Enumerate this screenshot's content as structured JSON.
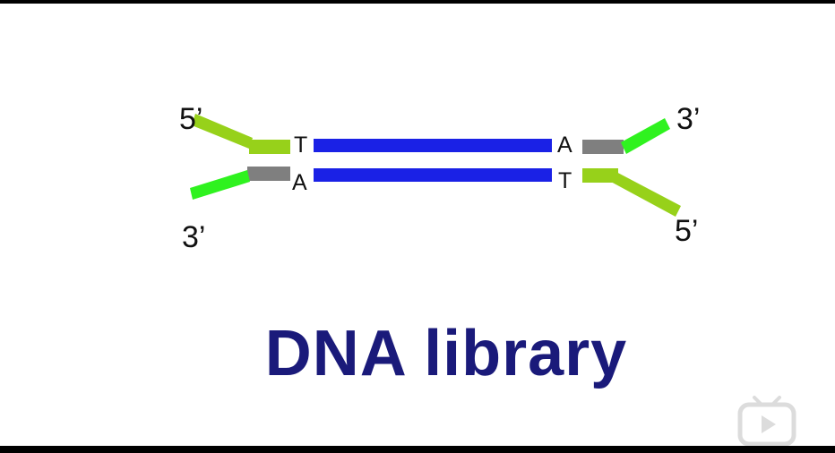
{
  "slide": {
    "title": "DNA library"
  },
  "diagram": {
    "left": {
      "top_end": "5’",
      "bottom_end": "3’",
      "top_base": "T",
      "bottom_base": "A"
    },
    "right": {
      "top_end": "3’",
      "bottom_end": "5’",
      "top_base": "A",
      "bottom_base": "T"
    },
    "colors": {
      "insert": "#1a21e6",
      "adapter_light_green": "#97d11a",
      "adapter_bright_green": "#2ff21f",
      "adapter_gray": "#7f7f7f",
      "title": "#1a1a7a"
    }
  },
  "overlay": {
    "icon": "bilibili-tv-icon"
  }
}
